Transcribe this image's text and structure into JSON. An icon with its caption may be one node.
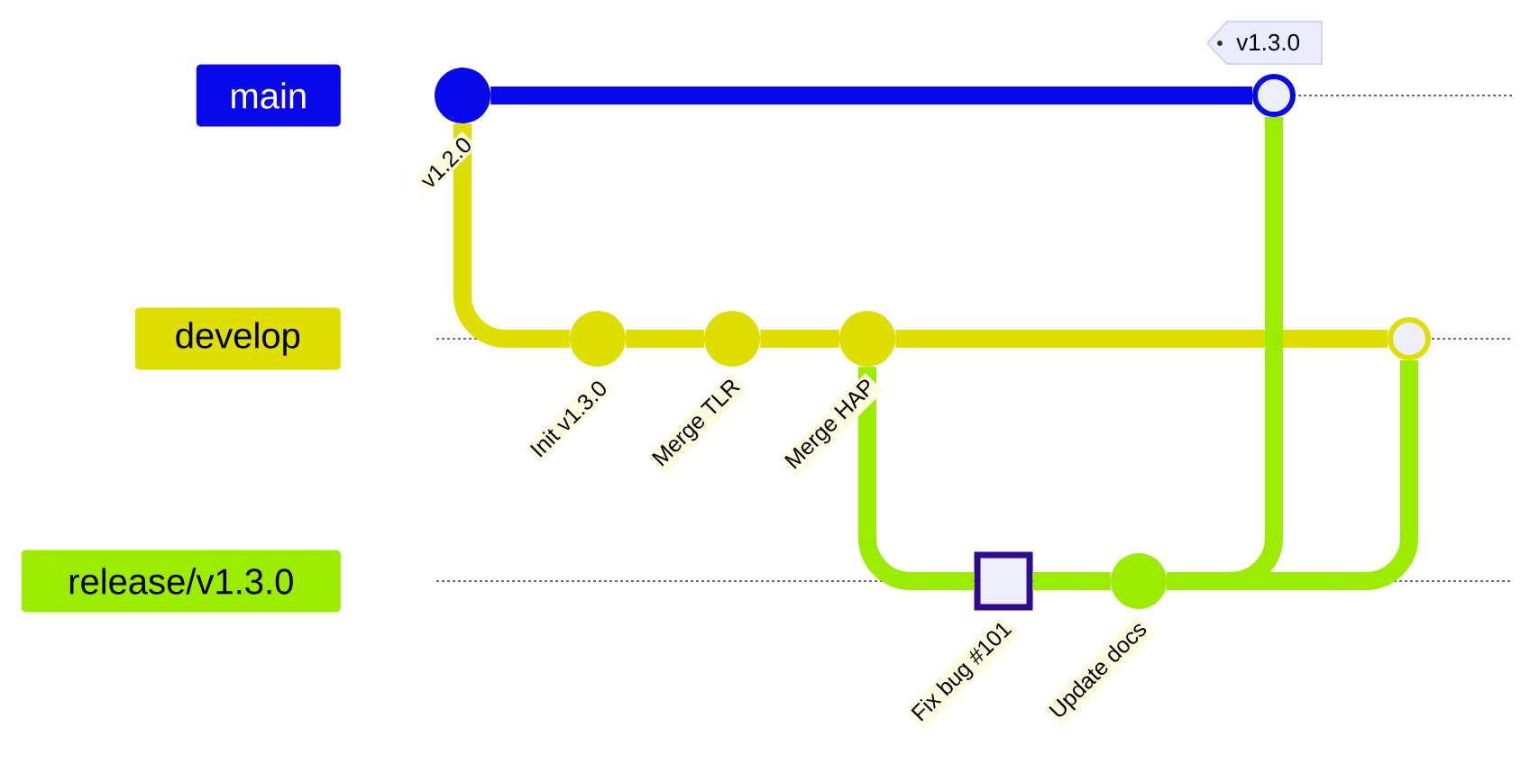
{
  "diagram": {
    "nodes": [
      {
        "text": [
          "main"
        ]
      },
      {
        "text": [
          "develop"
        ]
      },
      {
        "text": [
          "release/v1.3.0"
        ]
      },
      {
        "text": [],
        "shape": "circle",
        "beside": [
          "v1.2.0"
        ]
      },
      {
        "text": [],
        "shape": "circle",
        "beside": [
          "Init v1.3.0"
        ]
      },
      {
        "text": [],
        "shape": "circle",
        "beside": [
          "Merge TLR"
        ]
      },
      {
        "text": [],
        "shape": "circle",
        "beside": [
          "Merge HAP"
        ]
      },
      {
        "text": [],
        "shape": "box",
        "beside": [
          "Fix bug #101"
        ]
      },
      {
        "text": [],
        "shape": "circle",
        "beside": [
          "Update docs"
        ]
      },
      {
        "text": [],
        "shape": "circle",
        "beside": [
          "v1.3.0"
        ]
      },
      {
        "text": [],
        "shape": "circle"
      }
    ],
    "edges": [
      {
        "from": 3,
        "to": 9,
        "arrow": "none",
        "color": "#0808e8"
      },
      {
        "from": 3,
        "to": 4,
        "arrow": "none",
        "color": "#dede00"
      },
      {
        "from": 4,
        "to": 5,
        "arrow": "none",
        "color": "#dede00"
      },
      {
        "from": 5,
        "to": 6,
        "arrow": "none",
        "color": "#dede00"
      },
      {
        "from": 6,
        "to": 10,
        "arrow": "none",
        "color": "#dede00"
      },
      {
        "from": 6,
        "to": 7,
        "arrow": "none",
        "color": "#9cec00"
      },
      {
        "from": 7,
        "to": 8,
        "arrow": "none",
        "color": "#9cec00"
      },
      {
        "from": 8,
        "to": 9,
        "arrow": "none",
        "color": "#9cec00"
      },
      {
        "from": 8,
        "to": 10,
        "arrow": "none",
        "color": "#9cec00"
      }
    ]
  }
}
